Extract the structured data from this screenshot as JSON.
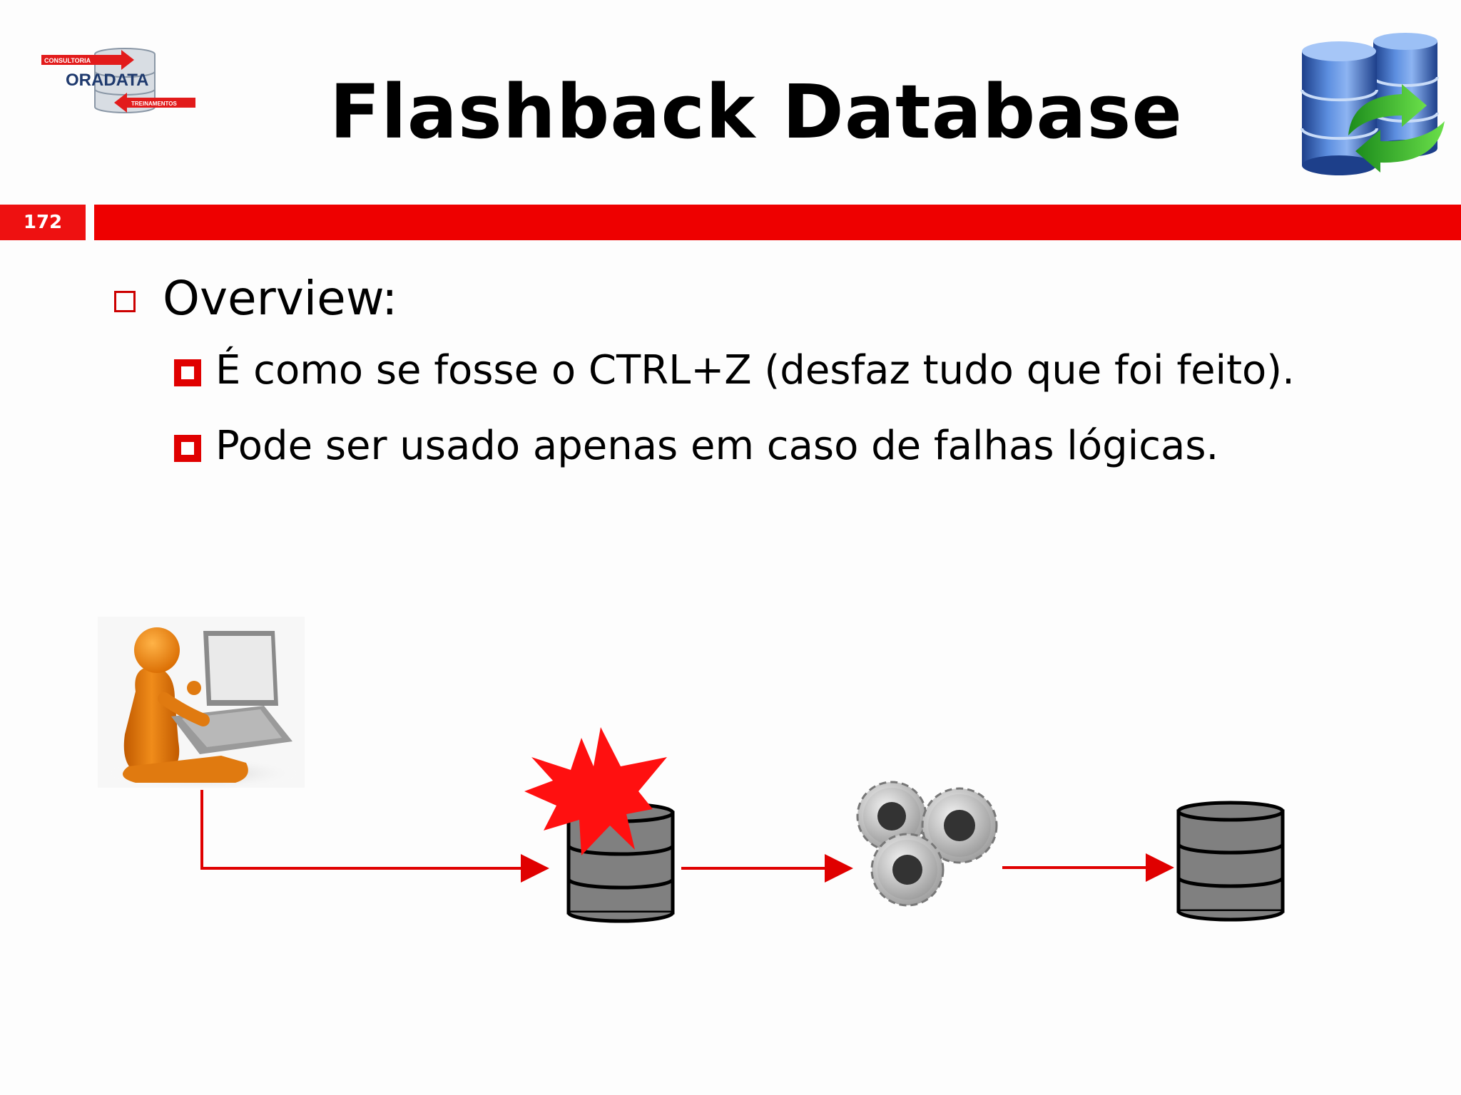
{
  "logo": {
    "top_label": "CONSULTORIA",
    "name": "ORADATA",
    "bottom_label": "TREINAMENTOS"
  },
  "title": "Flashback Database",
  "slide_number": "172",
  "colors": {
    "accent_red": "#ee0000",
    "db_gray": "#808080",
    "arrow_red": "#e00000"
  },
  "bullets": {
    "level1": "Overview:",
    "level2": [
      "É como se fosse o CTRL+Z (desfaz tudo que foi feito).",
      "Pode ser usado apenas em caso de falhas lógicas."
    ]
  },
  "diagram": {
    "nodes": [
      {
        "name": "person-at-laptop",
        "icon": "person-laptop-icon"
      },
      {
        "name": "damaged-database",
        "icon": "database-explosion-icon"
      },
      {
        "name": "processing-gears",
        "icon": "gears-icon"
      },
      {
        "name": "restored-database",
        "icon": "database-icon"
      }
    ]
  }
}
